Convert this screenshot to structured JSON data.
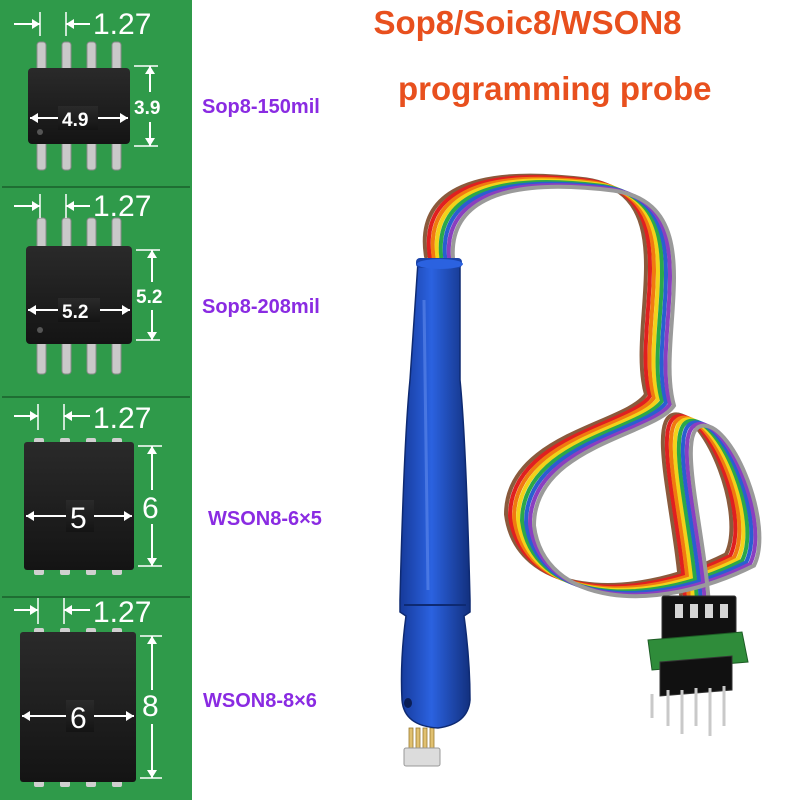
{
  "title": {
    "line1": "Sop8/Soic8/WSON8",
    "line2": "programming probe"
  },
  "packages": [
    {
      "label": "Sop8-150mil",
      "pitch": "1.27",
      "width": "4.9",
      "height": "3.9"
    },
    {
      "label": "Sop8-208mil",
      "pitch": "1.27",
      "width": "5.2",
      "height": "5.2"
    },
    {
      "label": "WSON8-6×5",
      "pitch": "1.27",
      "width": "5",
      "height": "6"
    },
    {
      "label": "WSON8-8×6",
      "pitch": "1.27",
      "width": "6",
      "height": "8"
    }
  ],
  "colors": {
    "title": "#e8501e",
    "label": "#8a2be2",
    "pcb": "#2f9a4a",
    "probe": "#1f4fc0"
  },
  "cable_colors": [
    "#8a5a3c",
    "#e02020",
    "#f07a10",
    "#f2d21a",
    "#2aa84a",
    "#2a5fd0",
    "#8a3fc0",
    "#9a9a9a"
  ]
}
